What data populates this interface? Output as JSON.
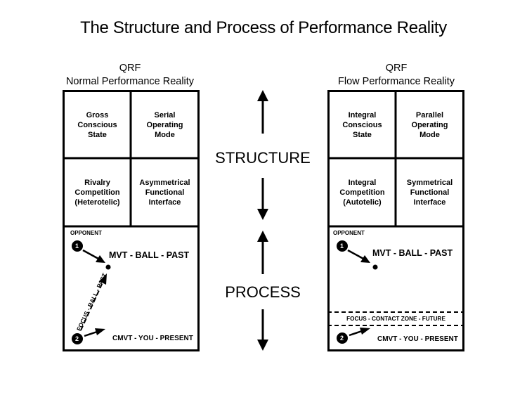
{
  "title": "The Structure and Process of Performance Reality",
  "left": {
    "qrf": "QRF",
    "heading": "Normal Performance Reality",
    "cells": [
      "Gross\nConscious\nState",
      "Serial\nOperating\nMode",
      "Rivalry\nCompetition\n(Heterotelic)",
      "Asymmetrical\nFunctional\nInterface"
    ],
    "opponent": "OPPONENT",
    "marker1": "1",
    "marker2": "2",
    "mvt": "MVT - BALL - PAST",
    "focus": "FOCUS - BALL - PAST",
    "cmvt": "CMVT - YOU - PRESENT"
  },
  "right": {
    "qrf": "QRF",
    "heading": "Flow Performance Reality",
    "cells": [
      "Integral\nConscious\nState",
      "Parallel\nOperating\nMode",
      "Integral\nCompetition\n(Autotelic)",
      "Symmetrical\nFunctional\nInterface"
    ],
    "opponent": "OPPONENT",
    "marker1": "1",
    "marker2": "2",
    "mvt": "MVT - BALL - PAST",
    "focus_zone": "FOCUS - CONTACT ZONE - FUTURE",
    "cmvt": "CMVT - YOU - PRESENT"
  },
  "center": {
    "structure": "STRUCTURE",
    "process": "PROCESS"
  }
}
